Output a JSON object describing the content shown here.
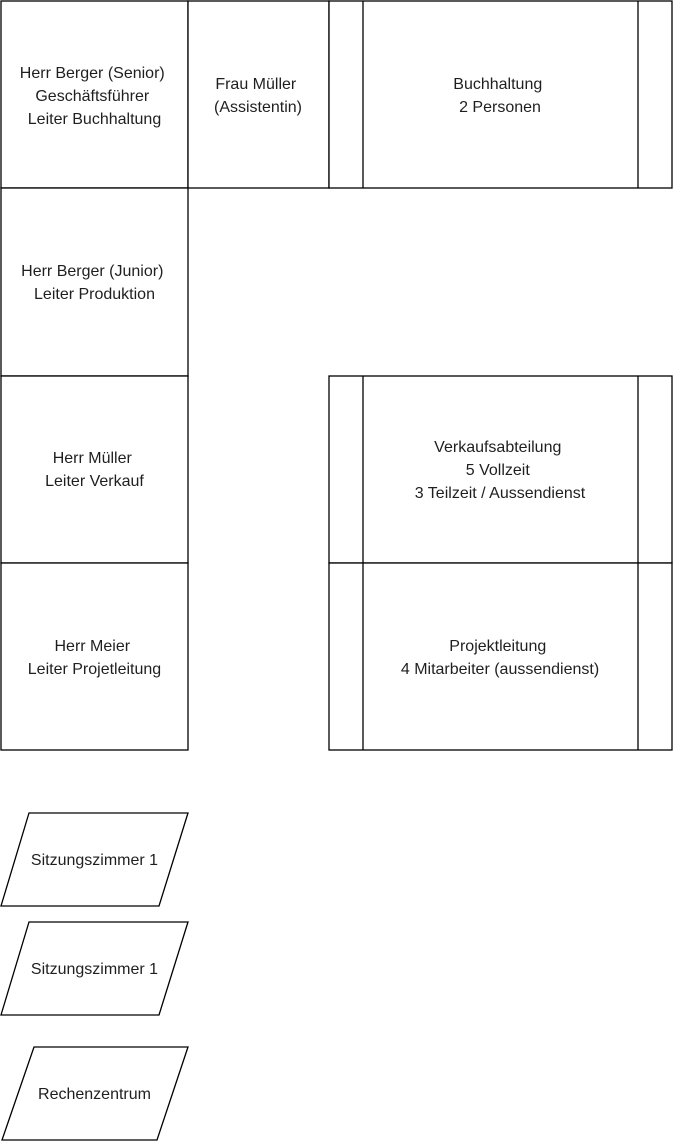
{
  "boxes": {
    "berger_senior": {
      "lines": [
        "Herr Berger (Senior)",
        "Geschäftsführer",
        "Leiter Buchhaltung"
      ]
    },
    "frau_mueller": {
      "lines": [
        "Frau Müller",
        "(Assistentin)"
      ]
    },
    "buchhaltung": {
      "lines": [
        "Buchhaltung",
        "2 Personen"
      ]
    },
    "berger_junior": {
      "lines": [
        "Herr Berger (Junior)",
        "Leiter Produktion"
      ]
    },
    "mueller": {
      "lines": [
        "Herr Müller",
        "Leiter Verkauf"
      ]
    },
    "verkauf": {
      "lines": [
        "Verkaufsabteilung",
        "5 Vollzeit",
        "3 Teilzeit / Aussendienst"
      ]
    },
    "meier": {
      "lines": [
        "Herr Meier",
        "Leiter Projetleitung"
      ]
    },
    "projektleitung": {
      "lines": [
        "Projektleitung",
        "4 Mitarbeiter (aussendienst)"
      ]
    }
  },
  "rooms": {
    "sitzungszimmer_a": "Sitzungszimmer 1",
    "sitzungszimmer_b": "Sitzungszimmer 1",
    "rechenzentrum": "Rechenzentrum"
  },
  "colors": {
    "stroke": "#000000",
    "fill": "#ffffff",
    "text": "#1f1f1f"
  }
}
